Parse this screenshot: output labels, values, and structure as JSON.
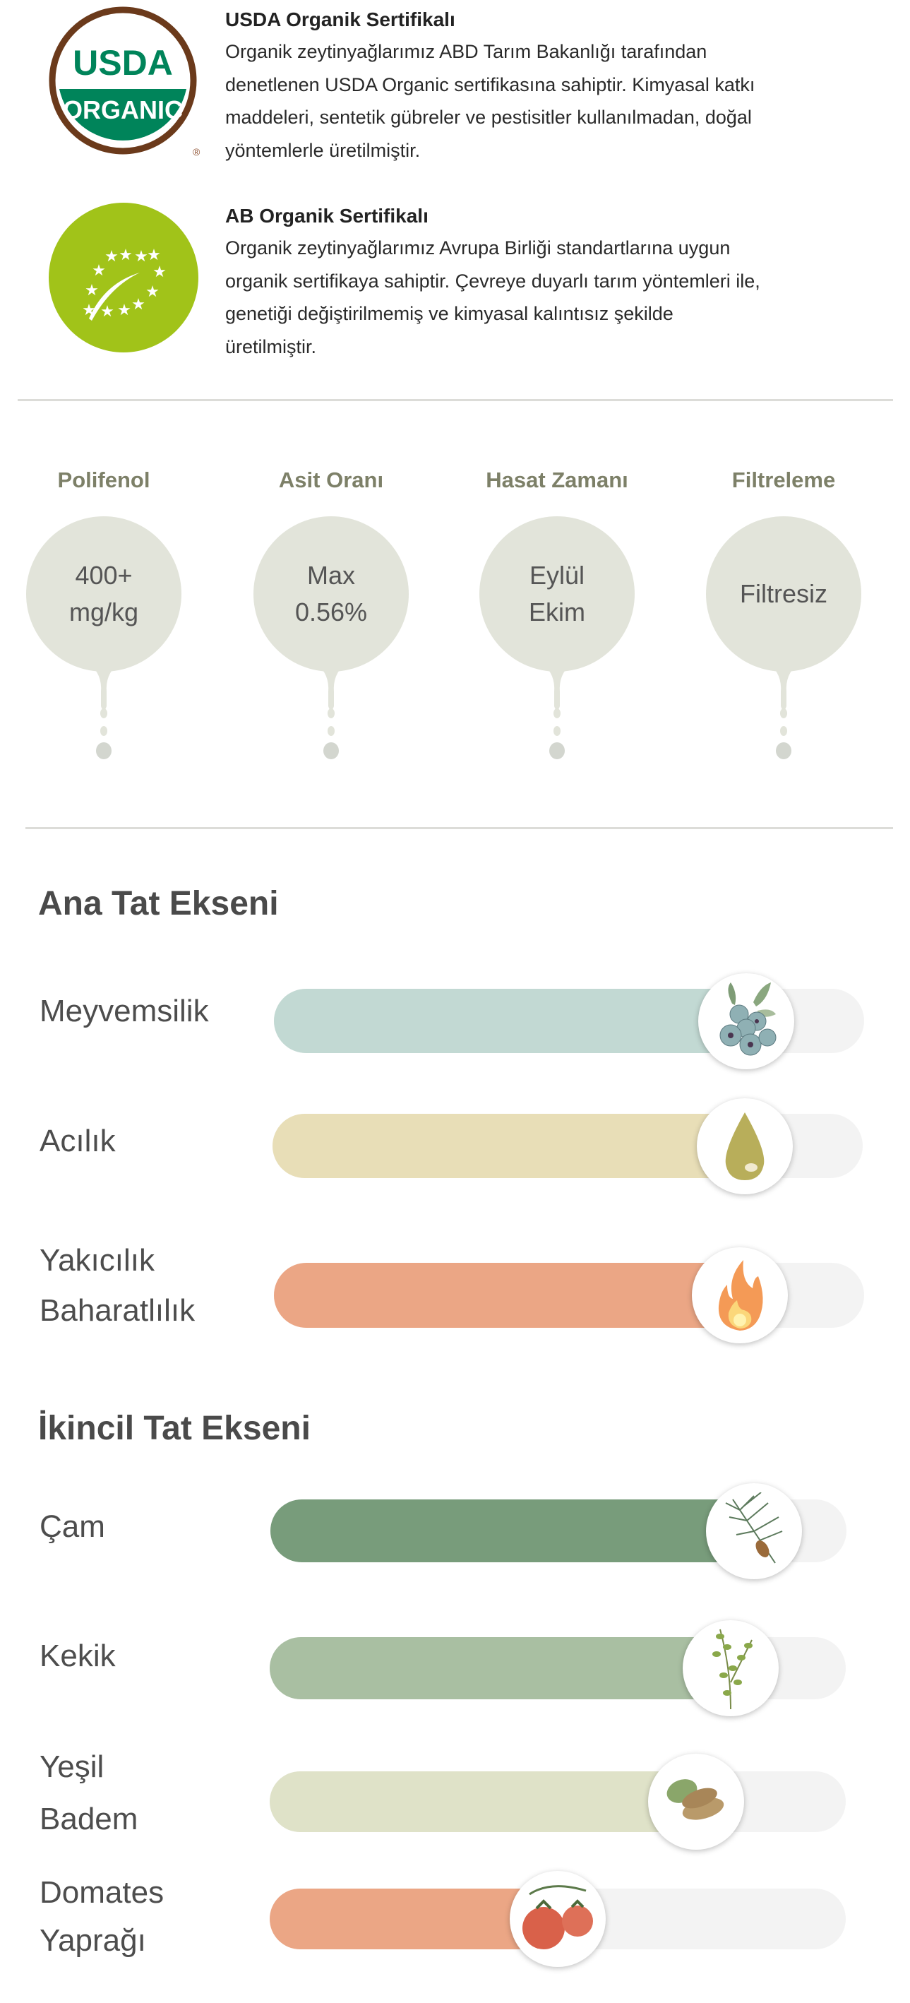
{
  "certificates": [
    {
      "title": "USDA Organik Sertifikalı",
      "logo": "usda-organic-logo",
      "logo_text": [
        "USDA",
        "ORGANIC"
      ],
      "lines": [
        "Organik zeytinyağlarımız ABD Tarım Bakanlığı tarafından",
        "denetlenen USDA Organic sertifikasına sahiptir. Kimyasal katkı",
        "maddeleri, sentetik gübreler ve pestisitler kullanılmadan, doğal",
        "yöntemlerle üretilmiştir."
      ]
    },
    {
      "title": "AB Organik Sertifikalı",
      "logo": "eu-organic-leaf-logo",
      "lines": [
        "Organik zeytinyağlarımız  Avrupa Birliği standartlarına uygun",
        "organik sertifikaya sahiptir. Çevreye duyarlı tarım yöntemleri ile,",
        "genetiği değiştirilmemiş ve kimyasal kalıntısız şekilde",
        "üretilmiştir."
      ]
    }
  ],
  "stats": [
    {
      "label": "Polifenol",
      "value": [
        "400+",
        "mg/kg"
      ]
    },
    {
      "label": "Asit Oranı",
      "value": [
        "Max",
        "0.56%"
      ]
    },
    {
      "label": "Hasat Zamanı",
      "value": [
        "Eylül",
        "Ekim"
      ]
    },
    {
      "label": "Filtreleme",
      "value": [
        "Filtresiz"
      ]
    }
  ],
  "primary": {
    "title": "Ana Tat Ekseni",
    "items": [
      {
        "label": [
          "Meyvemsilik"
        ],
        "level": 0.8,
        "color": "#c2d9d3",
        "icon": "blueberry-icon"
      },
      {
        "label": [
          "Acılık"
        ],
        "level": 0.8,
        "color": "#e8deb7",
        "icon": "olive-oil-drop-icon"
      },
      {
        "label": [
          "Yakıcılık",
          "Baharatlılık"
        ],
        "level": 0.79,
        "color": "#eba685",
        "icon": "flame-icon"
      }
    ]
  },
  "secondary": {
    "title": "İkincil Tat Ekseni",
    "items": [
      {
        "label": [
          "Çam"
        ],
        "level": 0.84,
        "color": "#789c7b",
        "icon": "pine-icon"
      },
      {
        "label": [
          "Kekik"
        ],
        "level": 0.8,
        "color": "#a9bfa2",
        "icon": "thyme-icon"
      },
      {
        "label": [
          "Yeşil",
          "Badem"
        ],
        "level": 0.74,
        "color": "#dfe2c8",
        "icon": "almond-icon"
      },
      {
        "label": [
          "Domates",
          "Yaprağı"
        ],
        "level": 0.5,
        "color": "#eba685",
        "icon": "tomato-icon"
      }
    ]
  }
}
